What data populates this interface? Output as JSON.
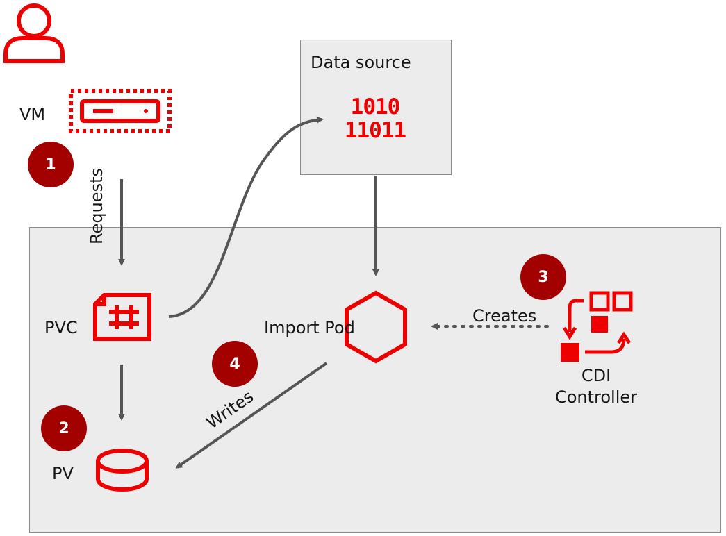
{
  "colors": {
    "accent": "#ee0000",
    "badge": "#a30000",
    "arrow": "#555555",
    "panel": "#ececec"
  },
  "icons": {
    "user": "user-icon",
    "vm": "server-icon",
    "data": "binary-data-icon",
    "pvc": "pvc-icon",
    "pv": "storage-disk-icon",
    "pod": "hexagon-pod-icon",
    "controller": "controller-icon"
  },
  "labels": {
    "vm": "VM",
    "data_source": "Data source",
    "binary_row1": "1010",
    "binary_row2": "11011",
    "pvc": "PVC",
    "pv": "PV",
    "import_pod": "Import Pod",
    "cdi_line1": "CDI",
    "cdi_line2": "Controller"
  },
  "edges": {
    "requests": "Requests",
    "creates": "Creates",
    "writes": "Writes"
  },
  "steps": [
    "1",
    "2",
    "3",
    "4"
  ]
}
